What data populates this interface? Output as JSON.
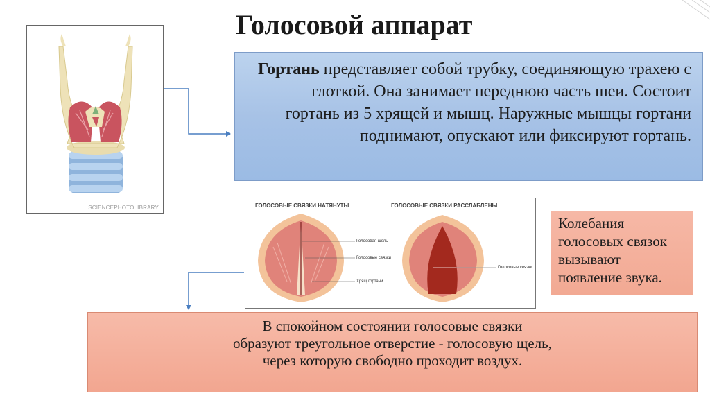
{
  "title": "Голосовой аппарат",
  "larynx_image": {
    "credit": "SCIENCEPHOTOLIBRARY"
  },
  "description_box": {
    "bold_term": "Гортань",
    "text": " представляет собой трубку, соединяющую трахею с глоткой. Она занимает переднюю часть шеи. Состоит гортань из 5 хрящей и мышц. Наружные мышцы гортани поднимают, опускают или фиксируют гортань."
  },
  "vocal_cords_image": {
    "caption_left": "ГОЛОСОВЫЕ СВЯЗКИ НАТЯНУТЫ",
    "caption_right": "ГОЛОСОВЫЕ СВЯЗКИ РАССЛАБЛЕНЫ",
    "label_glottis": "Голосовая щель",
    "label_cords": "Голосовые связки",
    "label_cartilage": "Хрящ гортани",
    "label_cords_right": "Голосовые связки"
  },
  "side_note": "Колебания голосовых связок вызывают появление звука.",
  "bottom_note": {
    "line1": "В спокойном состоянии голосовые связки",
    "line2": "образуют треугольное отверстие - голосовую щель,",
    "line3": "через которую свободно проходит воздух."
  },
  "colors": {
    "blue_box": "#a7c2e6",
    "salmon_box": "#f2a993",
    "connector": "#4a7fc1"
  }
}
